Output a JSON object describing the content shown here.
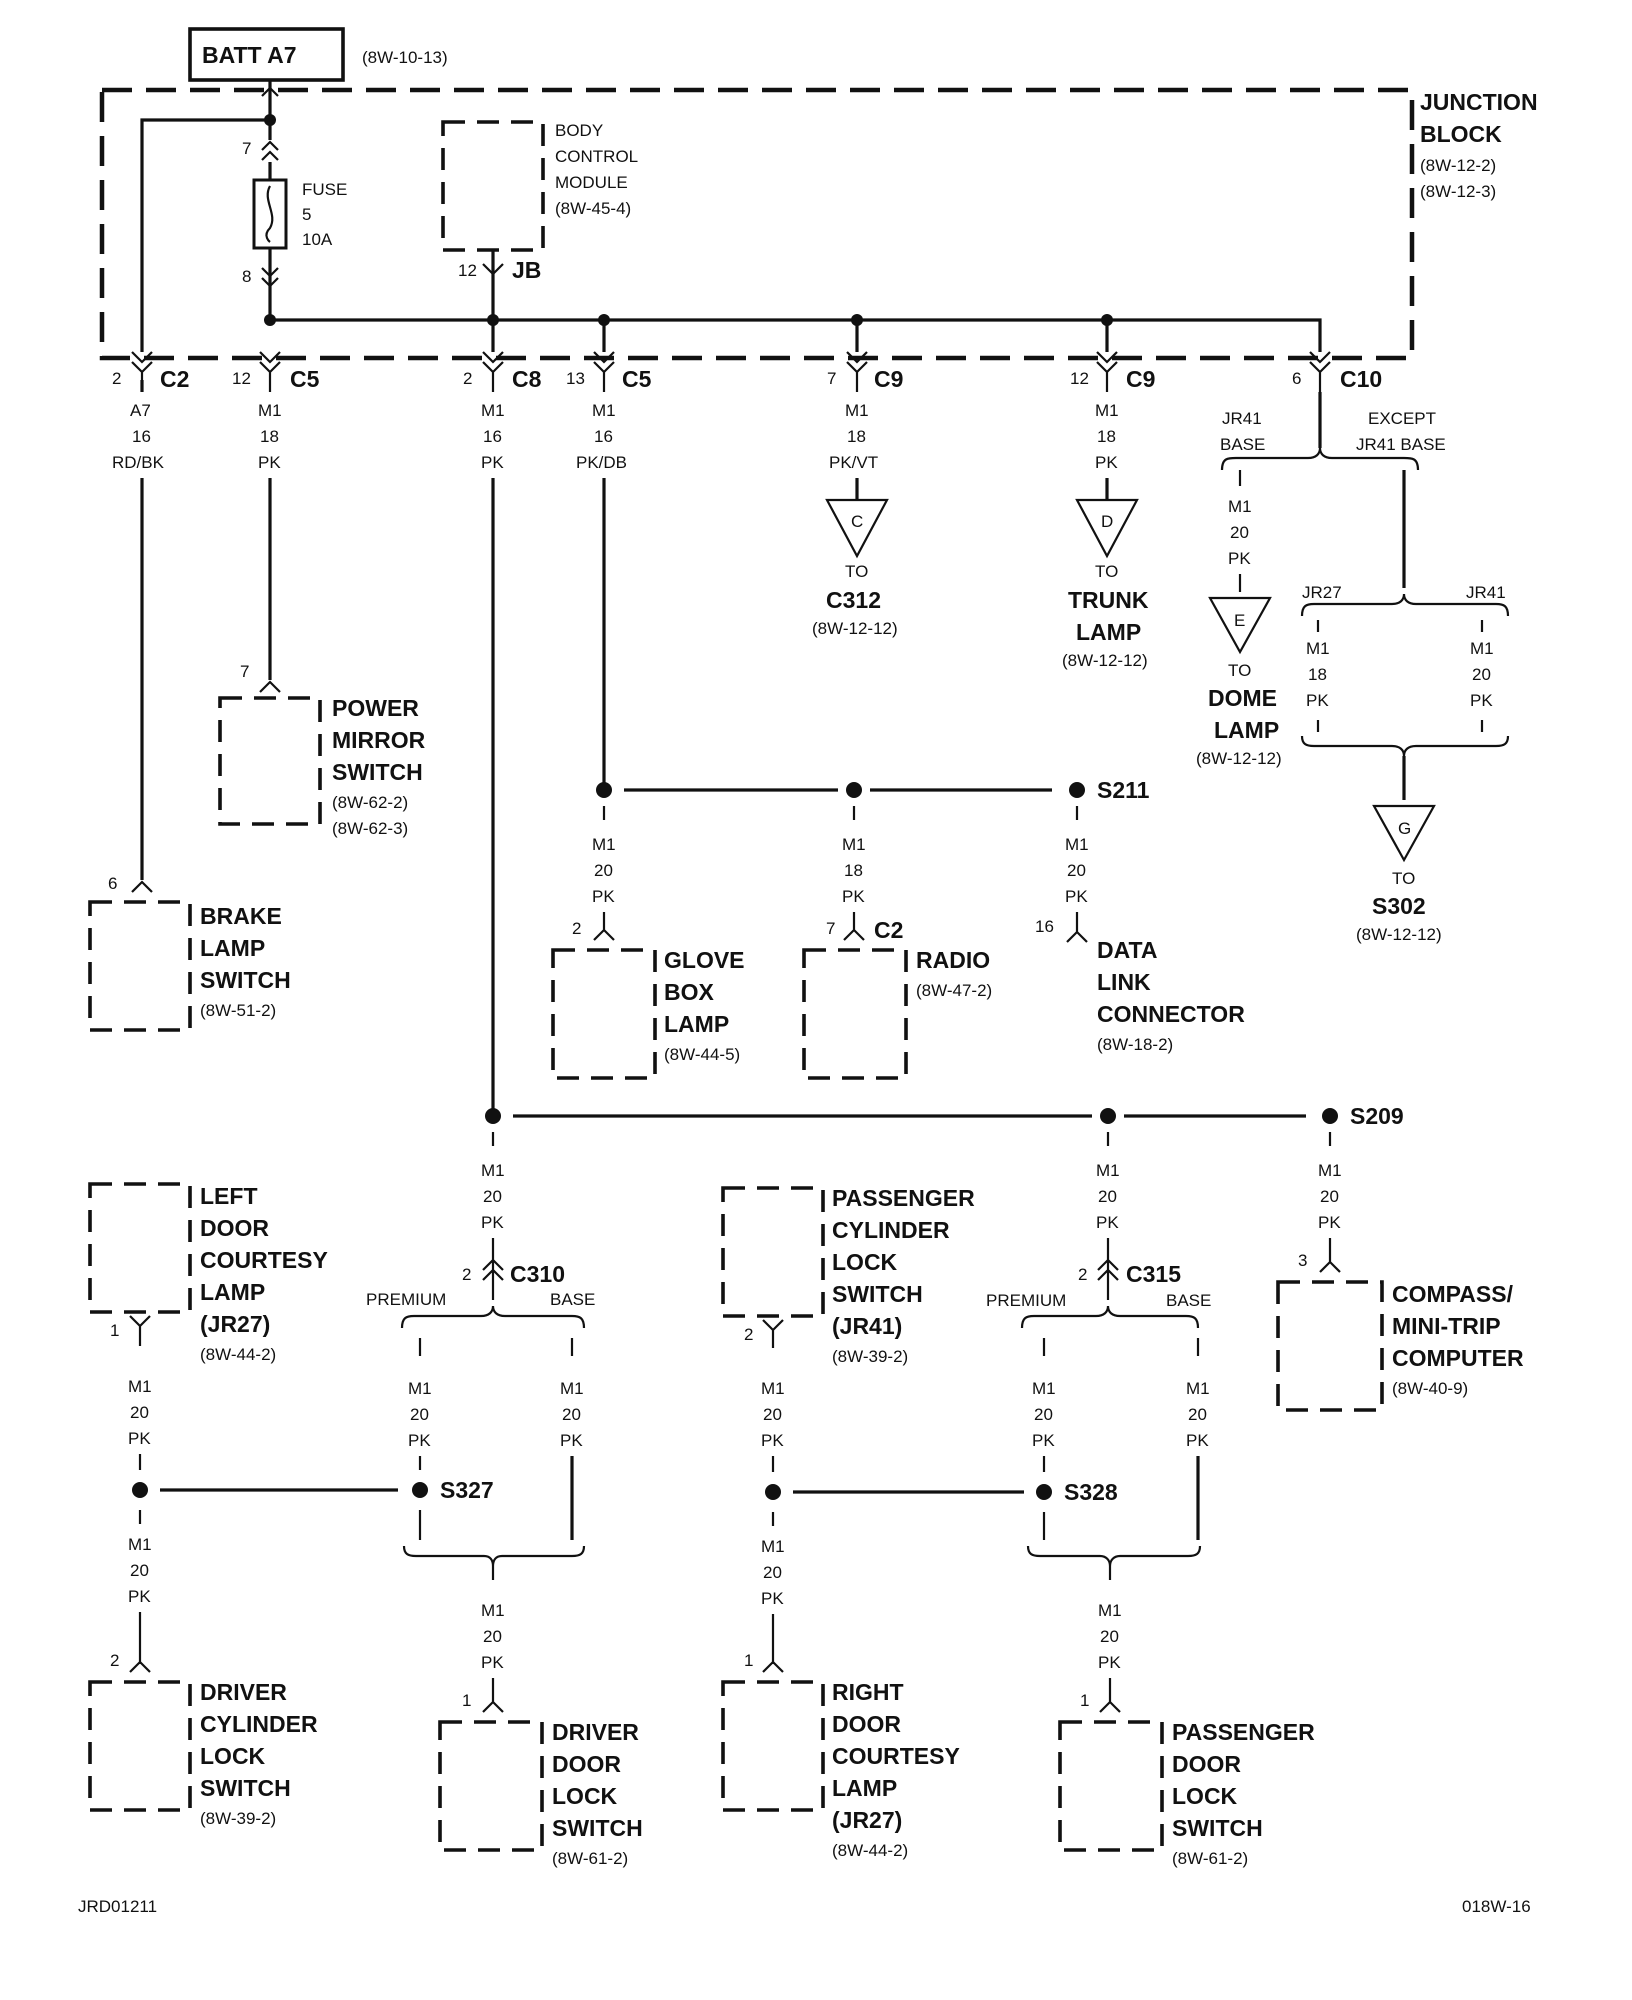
{
  "batt": {
    "label": "BATT A7",
    "ref": "(8W-10-13)"
  },
  "junction_block": {
    "name": [
      "JUNCTION",
      "BLOCK"
    ],
    "refs": [
      "(8W-12-2)",
      "(8W-12-3)"
    ]
  },
  "fuse": {
    "label": "FUSE",
    "number": "5",
    "rating": "10A",
    "pin_in": "7",
    "pin_out": "8"
  },
  "bcm": {
    "name": [
      "BODY",
      "CONTROL",
      "MODULE"
    ],
    "ref": "(8W-45-4)",
    "pin": "12",
    "connector": "JB"
  },
  "top_connectors": [
    {
      "pin": "2",
      "conn": "C2",
      "wire": [
        "A7",
        "16",
        "RD/BK"
      ]
    },
    {
      "pin": "12",
      "conn": "C5",
      "wire": [
        "M1",
        "18",
        "PK"
      ]
    },
    {
      "pin": "2",
      "conn": "C8",
      "wire": [
        "M1",
        "16",
        "PK"
      ]
    },
    {
      "pin": "13",
      "conn": "C5",
      "wire": [
        "M1",
        "16",
        "PK/DB"
      ]
    },
    {
      "pin": "7",
      "conn": "C9",
      "wire": [
        "M1",
        "18",
        "PK/VT"
      ]
    },
    {
      "pin": "12",
      "conn": "C9",
      "wire": [
        "M1",
        "18",
        "PK"
      ]
    },
    {
      "pin": "6",
      "conn": "C10",
      "wire": []
    }
  ],
  "offpage": [
    {
      "letter": "C",
      "to": "TO",
      "dest": [
        "C312"
      ],
      "ref": "(8W-12-12)"
    },
    {
      "letter": "D",
      "to": "TO",
      "dest": [
        "TRUNK",
        "LAMP"
      ],
      "ref": "(8W-12-12)"
    },
    {
      "letter": "E",
      "to": "TO",
      "dest": [
        "DOME",
        "LAMP"
      ],
      "ref": "(8W-12-12)"
    },
    {
      "letter": "G",
      "to": "TO",
      "dest": [
        "S302"
      ],
      "ref": "(8W-12-12)"
    }
  ],
  "c10_options": {
    "left": [
      "JR41",
      "BASE"
    ],
    "right": [
      "EXCEPT",
      "JR41 BASE"
    ],
    "left_wire": [
      "M1",
      "20",
      "PK"
    ],
    "sub_left": "JR27",
    "sub_right": "JR41",
    "sub_left_wire": [
      "M1",
      "18",
      "PK"
    ],
    "sub_right_wire": [
      "M1",
      "20",
      "PK"
    ]
  },
  "components": {
    "power_mirror": {
      "pin": "7",
      "name": [
        "POWER",
        "MIRROR",
        "SWITCH"
      ],
      "refs": [
        "(8W-62-2)",
        "(8W-62-3)"
      ]
    },
    "brake_lamp": {
      "pin": "6",
      "name": [
        "BRAKE",
        "LAMP",
        "SWITCH"
      ],
      "ref": "(8W-51-2)"
    },
    "glove_box": {
      "pin": "2",
      "name": [
        "GLOVE",
        "BOX",
        "LAMP"
      ],
      "ref": "(8W-44-5)",
      "wire": [
        "M1",
        "20",
        "PK"
      ]
    },
    "radio": {
      "pin": "7",
      "conn": "C2",
      "name": [
        "RADIO"
      ],
      "ref": "(8W-47-2)",
      "wire": [
        "M1",
        "18",
        "PK"
      ]
    },
    "data_link": {
      "pin": "16",
      "name": [
        "DATA",
        "LINK",
        "CONNECTOR"
      ],
      "ref": "(8W-18-2)",
      "wire": [
        "M1",
        "20",
        "PK"
      ]
    },
    "left_door_lamp": {
      "pin": "1",
      "name": [
        "LEFT",
        "DOOR",
        "COURTESY",
        "LAMP",
        "(JR27)"
      ],
      "ref": "(8W-44-2)"
    },
    "passenger_cyl": {
      "pin": "2",
      "name": [
        "PASSENGER",
        "CYLINDER",
        "LOCK",
        "SWITCH",
        "(JR41)"
      ],
      "ref": "(8W-39-2)"
    },
    "compass": {
      "pin": "3",
      "name": [
        "COMPASS/",
        "MINI-TRIP",
        "COMPUTER"
      ],
      "ref": "(8W-40-9)"
    },
    "driver_cyl": {
      "pin": "2",
      "name": [
        "DRIVER",
        "CYLINDER",
        "LOCK",
        "SWITCH"
      ],
      "ref": "(8W-39-2)"
    },
    "driver_door": {
      "pin": "1",
      "name": [
        "DRIVER",
        "DOOR",
        "LOCK",
        "SWITCH"
      ],
      "ref": "(8W-61-2)"
    },
    "right_door_lamp": {
      "pin": "1",
      "name": [
        "RIGHT",
        "DOOR",
        "COURTESY",
        "LAMP",
        "(JR27)"
      ],
      "ref": "(8W-44-2)"
    },
    "passenger_door": {
      "pin": "1",
      "name": [
        "PASSENGER",
        "DOOR",
        "LOCK",
        "SWITCH"
      ],
      "ref": "(8W-61-2)"
    }
  },
  "splices": [
    "S211",
    "S209",
    "S327",
    "S328"
  ],
  "c310": {
    "pin": "2",
    "conn": "C310",
    "premium": "PREMIUM",
    "base": "BASE"
  },
  "c315": {
    "pin": "2",
    "conn": "C315",
    "premium": "PREMIUM",
    "base": "BASE"
  },
  "wire_m1_20_pk": [
    "M1",
    "20",
    "PK"
  ],
  "footer": {
    "left": "JRD01211",
    "right": "018W-16"
  }
}
